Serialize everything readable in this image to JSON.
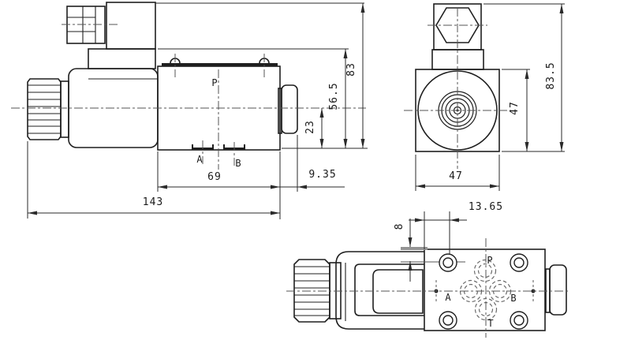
{
  "colors": {
    "line": "#1f1f1f",
    "dim": "#2a2a2a",
    "centerline": "#555555",
    "dashed_port": "#6a6a6a",
    "plate_gray": "#949494",
    "bg": "#ffffff"
  },
  "views": {
    "side": {
      "ports": {
        "p": "P",
        "a": "A",
        "b": "B"
      },
      "dims": {
        "body_width": "69",
        "total_width": "143",
        "pin_ext": "9.35",
        "port_height": "23",
        "coil_height": "56.5",
        "total_height": "83"
      }
    },
    "end": {
      "dims": {
        "width": "47",
        "height": "47",
        "total_height": "83.5"
      }
    },
    "bottom": {
      "ports": {
        "p": "P",
        "a": "A",
        "b": "B",
        "t": "T"
      },
      "dims": {
        "bolt_offset": "13.65",
        "plate_offset": "8"
      }
    }
  }
}
